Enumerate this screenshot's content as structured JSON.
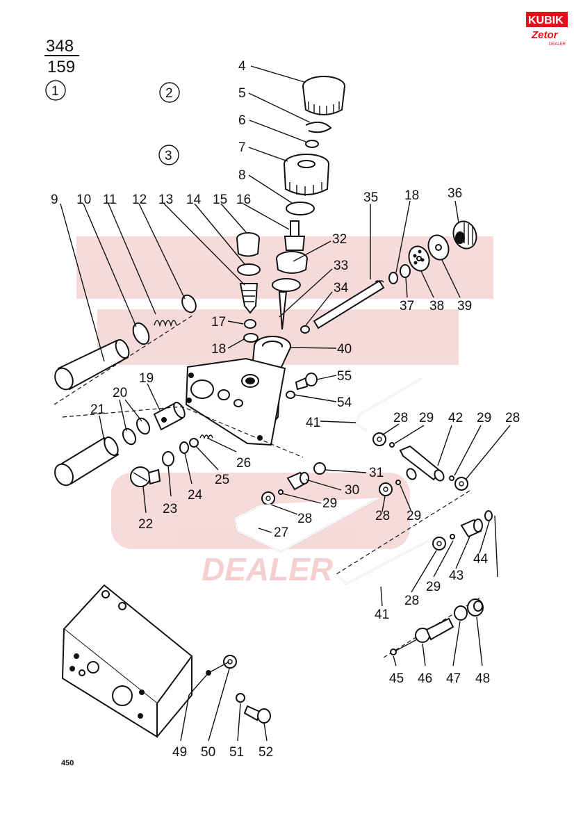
{
  "header": {
    "ref_top": "348",
    "ref_bottom": "159",
    "circles": [
      "1",
      "2",
      "3"
    ]
  },
  "logo": {
    "brand": "KUBIK",
    "sub": "Zetor",
    "tag": "DEALER"
  },
  "watermark": {
    "text": "DEALER"
  },
  "page_number": "450",
  "colors": {
    "logo_red": "#e3101a",
    "watermark": "#f6d6d6",
    "ink": "#111111"
  },
  "callouts": [
    {
      "text": "4"
    },
    {
      "text": "5"
    },
    {
      "text": "6"
    },
    {
      "text": "7"
    },
    {
      "text": "8"
    },
    {
      "text": "9"
    },
    {
      "text": "10"
    },
    {
      "text": "11"
    },
    {
      "text": "12"
    },
    {
      "text": "13"
    },
    {
      "text": "14"
    },
    {
      "text": "15"
    },
    {
      "text": "16"
    },
    {
      "text": "32"
    },
    {
      "text": "33"
    },
    {
      "text": "35"
    },
    {
      "text": "18"
    },
    {
      "text": "36"
    },
    {
      "text": "34"
    },
    {
      "text": "37"
    },
    {
      "text": "38"
    },
    {
      "text": "39"
    },
    {
      "text": "17"
    },
    {
      "text": "18"
    },
    {
      "text": "40"
    },
    {
      "text": "55"
    },
    {
      "text": "54"
    },
    {
      "text": "41"
    },
    {
      "text": "28"
    },
    {
      "text": "29"
    },
    {
      "text": "42"
    },
    {
      "text": "29"
    },
    {
      "text": "28"
    },
    {
      "text": "21"
    },
    {
      "text": "20"
    },
    {
      "text": "19"
    },
    {
      "text": "26"
    },
    {
      "text": "25"
    },
    {
      "text": "24"
    },
    {
      "text": "23"
    },
    {
      "text": "22"
    },
    {
      "text": "31"
    },
    {
      "text": "30"
    },
    {
      "text": "29"
    },
    {
      "text": "28"
    },
    {
      "text": "27"
    },
    {
      "text": "28"
    },
    {
      "text": "29"
    },
    {
      "text": "44"
    },
    {
      "text": "43"
    },
    {
      "text": "29"
    },
    {
      "text": "28"
    },
    {
      "text": "41"
    },
    {
      "text": "45"
    },
    {
      "text": "46"
    },
    {
      "text": "47"
    },
    {
      "text": "48"
    },
    {
      "text": "49"
    },
    {
      "text": "50"
    },
    {
      "text": "51"
    },
    {
      "text": "52"
    }
  ]
}
